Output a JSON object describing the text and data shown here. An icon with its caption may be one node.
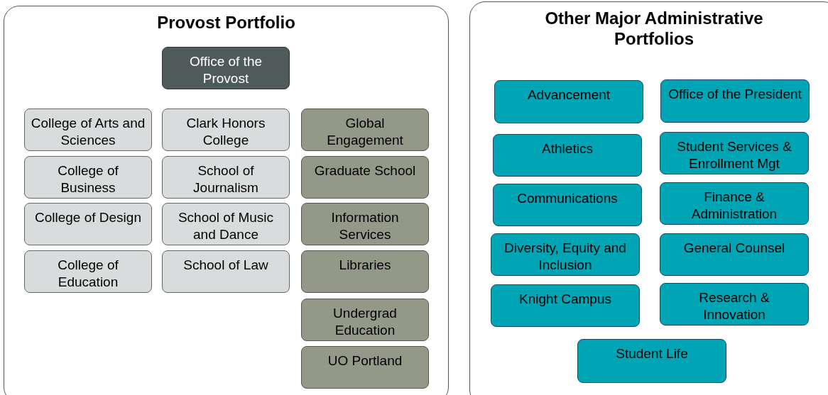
{
  "diagram": {
    "nodes": [
      {
        "text": [
          "Provost Portfolio"
        ]
      },
      {
        "text": [
          "Office of the Provost"
        ],
        "in": 0
      },
      {
        "text": [
          "College of Arts and Sciences"
        ],
        "in": 0
      },
      {
        "text": [
          "Clark Honors College"
        ],
        "in": 0
      },
      {
        "text": [
          "Global Engagement"
        ],
        "in": 0
      },
      {
        "text": [
          "College of Business"
        ],
        "in": 0
      },
      {
        "text": [
          "School of Journalism"
        ],
        "in": 0
      },
      {
        "text": [
          "Graduate School"
        ],
        "in": 0
      },
      {
        "text": [
          "College of Design"
        ],
        "in": 0
      },
      {
        "text": [
          "School of Music and Dance"
        ],
        "in": 0
      },
      {
        "text": [
          "Information Services"
        ],
        "in": 0
      },
      {
        "text": [
          "College of Education"
        ],
        "in": 0
      },
      {
        "text": [
          "School of Law"
        ],
        "in": 0
      },
      {
        "text": [
          "Libraries"
        ],
        "in": 0
      },
      {
        "text": [
          "Undergrad Education"
        ],
        "in": 0
      },
      {
        "text": [
          "UO Portland"
        ],
        "in": 0
      },
      {
        "text": [
          "Other Major Administrative Portfolios"
        ]
      },
      {
        "text": [
          "Advancement"
        ],
        "in": 16
      },
      {
        "text": [
          "Office of the President"
        ],
        "in": 16
      },
      {
        "text": [
          "Athletics"
        ],
        "in": 16
      },
      {
        "text": [
          "Student Services & Enrollment Mgt"
        ],
        "in": 16
      },
      {
        "text": [
          "Communications"
        ],
        "in": 16
      },
      {
        "text": [
          "Finance & Administration"
        ],
        "in": 16
      },
      {
        "text": [
          "Diversity, Equity and Inclusion"
        ],
        "in": 16
      },
      {
        "text": [
          "General Counsel"
        ],
        "in": 16
      },
      {
        "text": [
          "Knight Campus"
        ],
        "in": 16
      },
      {
        "text": [
          "Research & Innovation"
        ],
        "in": 16
      },
      {
        "text": [
          "Student Life"
        ],
        "in": 16
      }
    ],
    "edges": []
  }
}
